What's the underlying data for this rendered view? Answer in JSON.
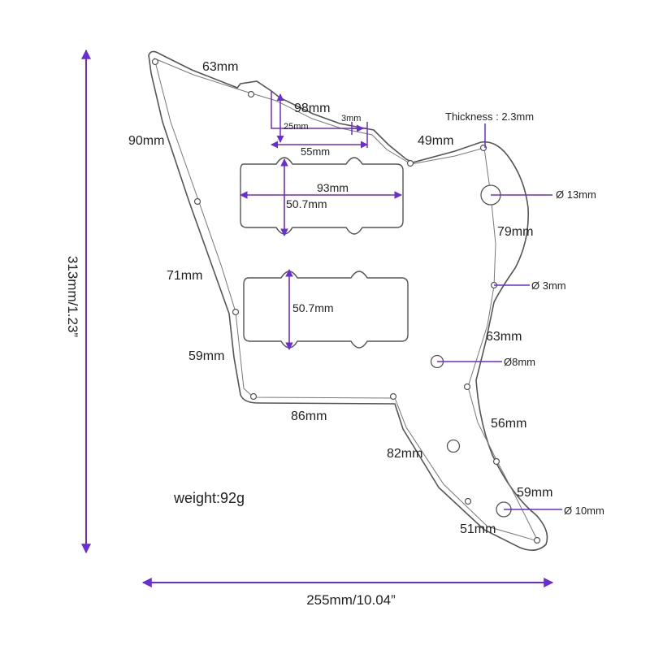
{
  "colors": {
    "dimension_arrow": "#6a2bd8",
    "outline": "#555555",
    "outline_fill": "#ffffff",
    "text": "#222222"
  },
  "dimensions": {
    "height_total": "313mm/1.23”",
    "width_total": "255mm/10.04”",
    "edge_top_left": "63mm",
    "edge_top_mid": "98mm",
    "edge_top_right": "49mm",
    "edge_left_upper": "90mm",
    "edge_left_mid": "71mm",
    "edge_left_lower": "59mm",
    "edge_bottom_mid": "86mm",
    "edge_bottom_diag": "82mm",
    "edge_right_upper": "79mm",
    "edge_right_mid": "63mm",
    "edge_right_lower": "56mm",
    "edge_horn_upper": "59mm",
    "edge_horn_tip": "51mm",
    "neck_notch_depth": "25mm",
    "neck_notch_width": "55mm",
    "neck_notch_offset": "3mm",
    "pickup_width": "93mm",
    "pickup1_height": "50.7mm",
    "pickup2_height": "50.7mm",
    "thickness": "Thickness : 2.3mm",
    "hole_large": "Ø 13mm",
    "hole_small": "Ø 3mm",
    "hole_medium": "Ø8mm",
    "hole_jack": "Ø 10mm"
  },
  "weight": "weight:92g"
}
